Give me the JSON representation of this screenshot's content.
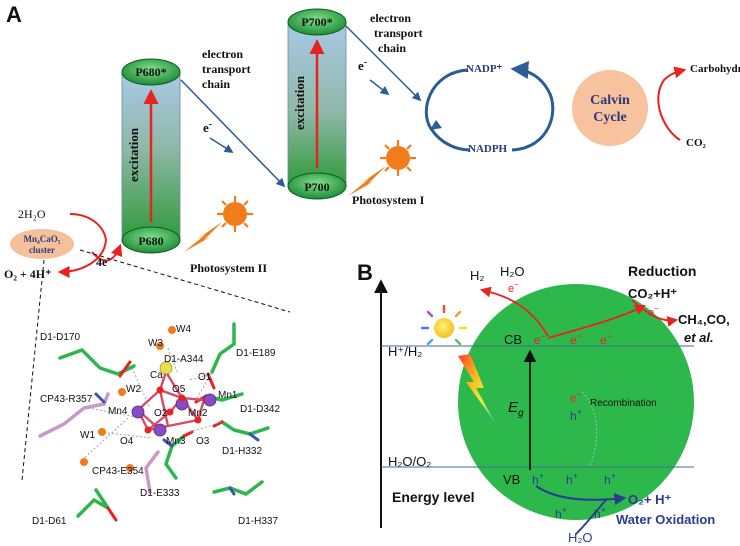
{
  "panels": {
    "a": {
      "letter": "A",
      "ps2": {
        "top": "P680*",
        "bottom": "P680",
        "excitation": "excitation",
        "caption": "Photosystem II"
      },
      "ps1": {
        "top": "P700*",
        "bottom": "P700",
        "excitation": "excitation",
        "caption": "Photosystem I"
      },
      "etc1": [
        "electron",
        "transport",
        "chain"
      ],
      "etc2": [
        "electron",
        "transport",
        "chain"
      ],
      "e_minus": "e",
      "e_sup": "-",
      "water": "2H₂O",
      "cluster": [
        "Mn₄CaO₅",
        "cluster"
      ],
      "o2_output": "O₂ + 4H⁺",
      "four_e": "4e",
      "nadp": "NADP⁺",
      "nadph": "NADPH",
      "calvin": [
        "Calvin",
        "Cycle"
      ],
      "carbohydrate": "Carbohydrate",
      "co2": "CO₂",
      "residues": [
        "D1-D170",
        "W3",
        "W4",
        "D1-A344",
        "Ca",
        "W2",
        "O5",
        "O1",
        "D1-E189",
        "CP43-R357",
        "Mn4",
        "O2",
        "Mn2",
        "Mn1",
        "D1-D342",
        "W1",
        "O4",
        "Mn3",
        "O3",
        "CP43-E354",
        "D1-H332",
        "D1-E333",
        "D1-D61",
        "D1-H337"
      ]
    },
    "b": {
      "letter": "B",
      "h2": "H₂",
      "h2o_top": "H₂O",
      "reduction": "Reduction",
      "co2_h": "CO₂+H⁺",
      "products": "CH₄,CO,",
      "et_al": "et al.",
      "cb": "CB",
      "vb": "VB",
      "h_h2": "H⁺/H₂",
      "h2o_o2": "H₂O/O₂",
      "eg": "E",
      "eg_sub": "g",
      "recombination": "Recombination",
      "energy_level": "Energy level",
      "electron": "e",
      "electron_sup": "−",
      "hole": "h",
      "hole_sup": "+",
      "o2_h": "O₂+ H⁺",
      "water_oxidation": "Water Oxidation",
      "h2o_bottom": "H₂O"
    }
  },
  "colors": {
    "tube_top": "#a9c9e6",
    "tube_bottom": "#2f9a3a",
    "cap_green": "#1f9b3a",
    "red_arrow": "#e8231f",
    "blue_arrow": "#2a5d93",
    "calvin_fill": "#f7c29d",
    "cluster_fill": "#f6c09a",
    "sphere_green": "#2db84b",
    "navy": "#2b3b8f",
    "sun": "#f07c1c"
  }
}
